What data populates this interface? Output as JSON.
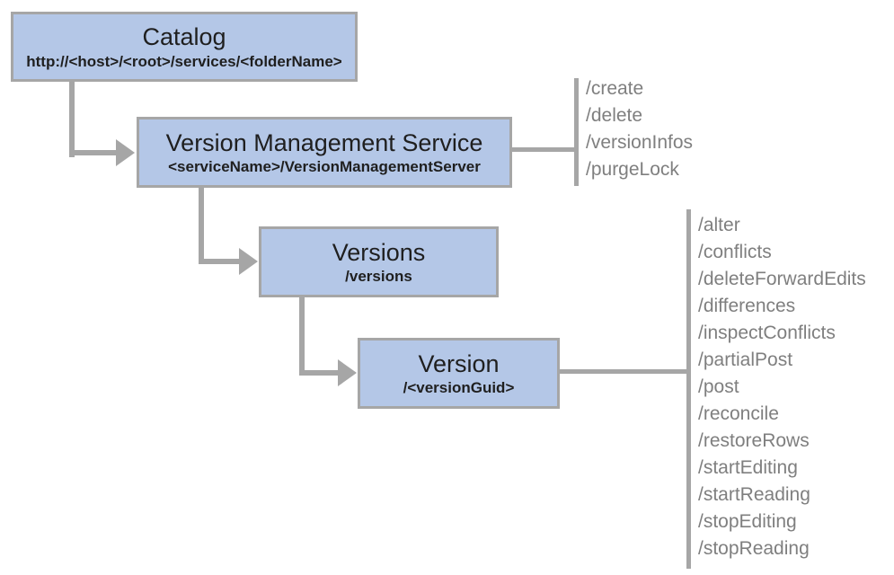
{
  "diagram": {
    "nodes": {
      "catalog": {
        "title": "Catalog",
        "subtitle": "http://<host>/<root>/services/<folderName>"
      },
      "vms": {
        "title": "Version Management Service",
        "subtitle": "<serviceName>/VersionManagementServer"
      },
      "versions": {
        "title": "Versions",
        "subtitle": "/versions"
      },
      "version": {
        "title": "Version",
        "subtitle": "/<versionGuid>"
      }
    },
    "vms_endpoints": [
      "/create",
      "/delete",
      "/versionInfos",
      "/purgeLock"
    ],
    "version_endpoints": [
      "/alter",
      "/conflicts",
      "/deleteForwardEdits",
      "/differences",
      "/inspectConflicts",
      "/partialPost",
      "/post",
      "/reconcile",
      "/restoreRows",
      "/startEditing",
      "/startReading",
      "/stopEditing",
      "/stopReading"
    ],
    "colors": {
      "box_fill": "#b4c7e7",
      "box_border": "#a6a6a6",
      "connector": "#a6a6a6",
      "endpoint_text": "#7f7f7f",
      "title_text": "#1f1f1f"
    }
  }
}
